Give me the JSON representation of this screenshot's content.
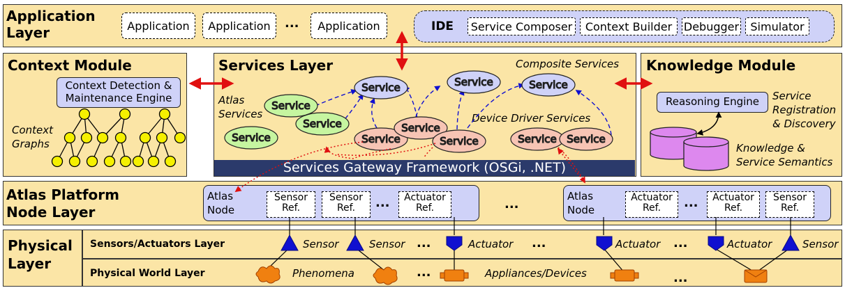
{
  "application_layer": {
    "title_line1": "Application",
    "title_line2": "Layer",
    "apps": [
      "Application",
      "Application",
      "Application"
    ],
    "ellipsis": "...",
    "ide": {
      "label": "IDE",
      "tools": [
        "Service Composer",
        "Context Builder",
        "Debugger",
        "Simulator"
      ]
    }
  },
  "context_module": {
    "title": "Context Module",
    "engine_line1": "Context Detection &",
    "engine_line2": "Maintenance Engine",
    "graphs_line1": "Context",
    "graphs_line2": "Graphs"
  },
  "services_layer": {
    "title": "Services Layer",
    "composite_label": "Composite Services",
    "atlas_services_line1": "Atlas",
    "atlas_services_line2": "Services",
    "device_driver_label": "Device Driver Services",
    "service_label": "Service",
    "gateway": "Services Gateway Framework (OSGi, .NET)"
  },
  "knowledge_module": {
    "title": "Knowledge Module",
    "engine": "Reasoning Engine",
    "registration_line1": "Service",
    "registration_line2": "Registration",
    "registration_line3": "& Discovery",
    "semantics_line1": "Knowledge &",
    "semantics_line2": "Service Semantics"
  },
  "node_layer": {
    "title_line1": "Atlas Platform",
    "title_line2": "Node Layer",
    "node_line1": "Atlas",
    "node_line2": "Node",
    "left_refs": [
      [
        "Sensor",
        "Ref."
      ],
      [
        "Sensor",
        "Ref."
      ],
      [
        "Actuator",
        "Ref."
      ]
    ],
    "right_refs": [
      [
        "Actuator",
        "Ref."
      ],
      [
        "Actuator",
        "Ref."
      ],
      [
        "Sensor",
        "Ref."
      ]
    ],
    "ellipsis": "..."
  },
  "physical_layer": {
    "title_line1": "Physical",
    "title_line2": "Layer",
    "sensors_row": "Sensors/Actuators Layer",
    "world_row": "Physical World Layer",
    "sensor": "Sensor",
    "actuator": "Actuator",
    "phenomena": "Phenomena",
    "appliances": "Appliances/Devices",
    "ellipsis": "..."
  },
  "colors": {
    "panel_fill": "#fbe5a6",
    "lavender": "#cfd2f8",
    "service_blue": "#cfd2f8",
    "service_green": "#c6f5a0",
    "service_pink": "#f7c4b4",
    "gateway": "#2b3a6b",
    "graph_node": "#f5f000",
    "database": "#dd88ee",
    "sensor_blue": "#1010d0",
    "phenomena_orange": "#f08010",
    "arrow_red": "#e01010"
  }
}
